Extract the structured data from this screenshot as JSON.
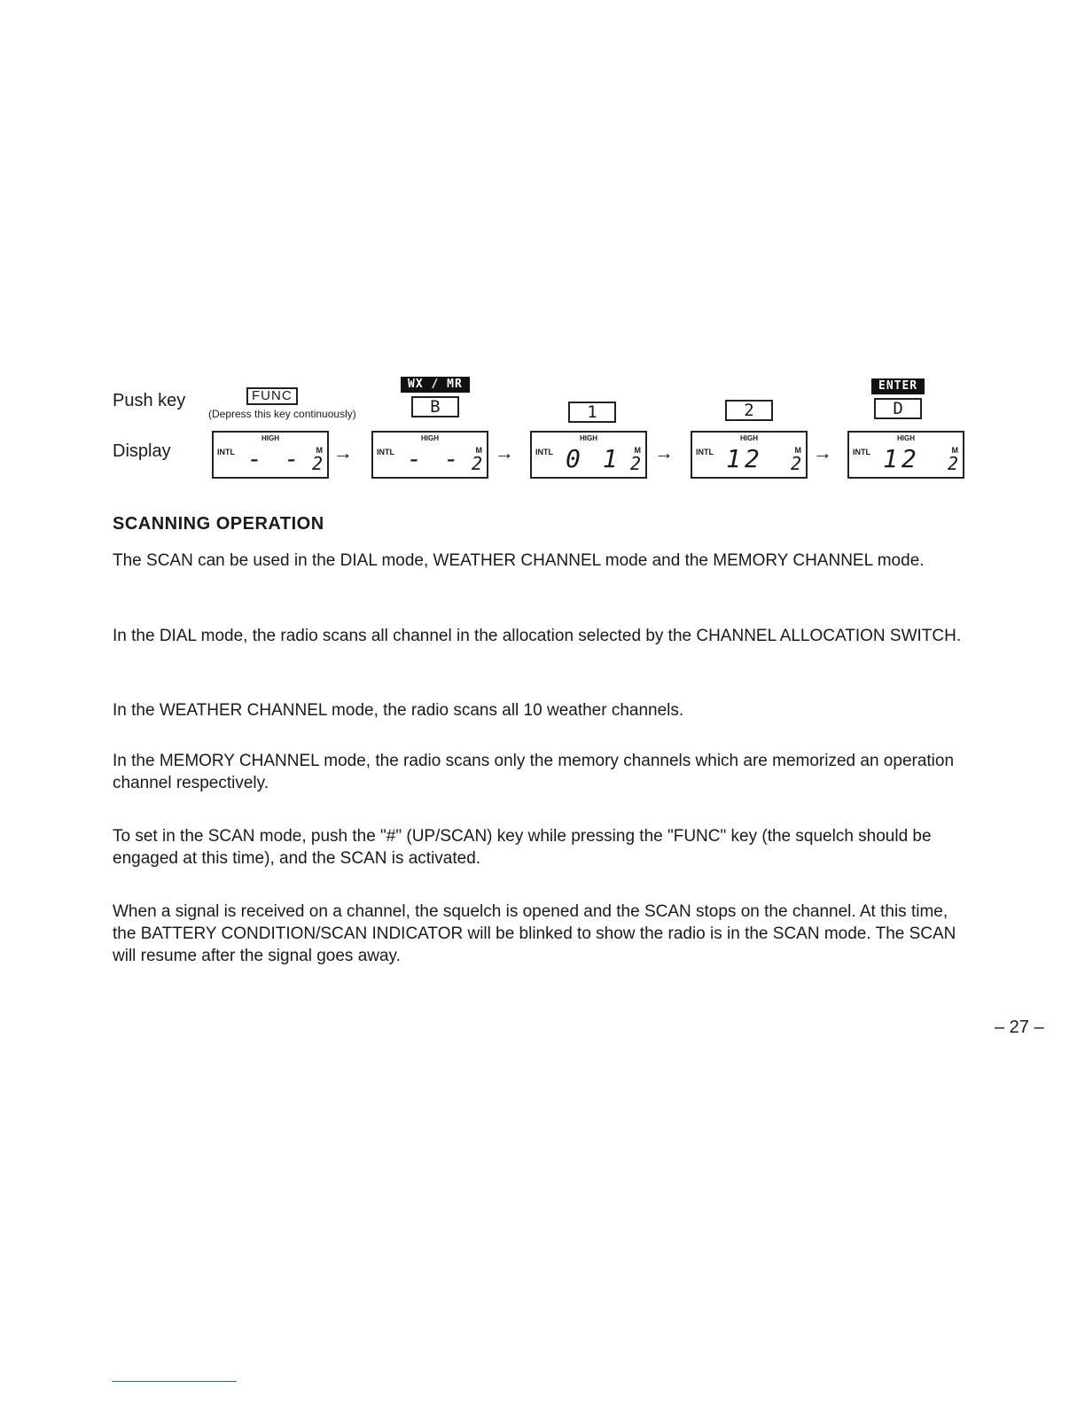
{
  "push_key_label": "Push key",
  "display_label": "Display",
  "func_key": "FUNC",
  "depress_note": "(Depress this key continuously)",
  "keys": [
    {
      "badge": "WX / MR",
      "key": "B"
    },
    {
      "badge": "",
      "key": "1"
    },
    {
      "badge": "",
      "key": "2"
    },
    {
      "badge": "ENTER",
      "key": "D"
    }
  ],
  "displays": [
    {
      "intl": "INTL",
      "high": "HIGH",
      "digits": "- -",
      "m": "M",
      "ch": "2"
    },
    {
      "intl": "INTL",
      "high": "HIGH",
      "digits": "- -",
      "m": "M",
      "ch": "2"
    },
    {
      "intl": "INTL",
      "high": "HIGH",
      "digits": "0 1",
      "m": "M",
      "ch": "2"
    },
    {
      "intl": "INTL",
      "high": "HIGH",
      "digits": "12",
      "m": "M",
      "ch": "2"
    },
    {
      "intl": "INTL",
      "high": "HIGH",
      "digits": "12",
      "m": "M",
      "ch": "2"
    }
  ],
  "arrow": "→",
  "heading": "SCANNING OPERATION",
  "paragraphs": [
    "The SCAN can be used in the DIAL mode, WEATHER CHANNEL mode and the MEMORY CHANNEL mode.",
    "In the DIAL mode, the radio scans all channel in the allocation selected by the CHANNEL ALLOCATION SWITCH.",
    "In the WEATHER CHANNEL mode, the radio scans all 10 weather channels.",
    "In the MEMORY CHANNEL mode, the radio scans only the memory channels which are memorized an operation channel respectively.",
    "To set in the SCAN mode, push the \"#\" (UP/SCAN) key while pressing the \"FUNC\" key (the squelch should be engaged at this time), and the SCAN is activated.",
    "When a signal is received on a channel, the squelch is opened and the SCAN stops on the channel. At this time, the BATTERY CONDITION/SCAN INDICATOR will be blinked to show the radio is in the SCAN mode. The SCAN will resume after the signal goes away."
  ],
  "page_number": "– 27 –"
}
